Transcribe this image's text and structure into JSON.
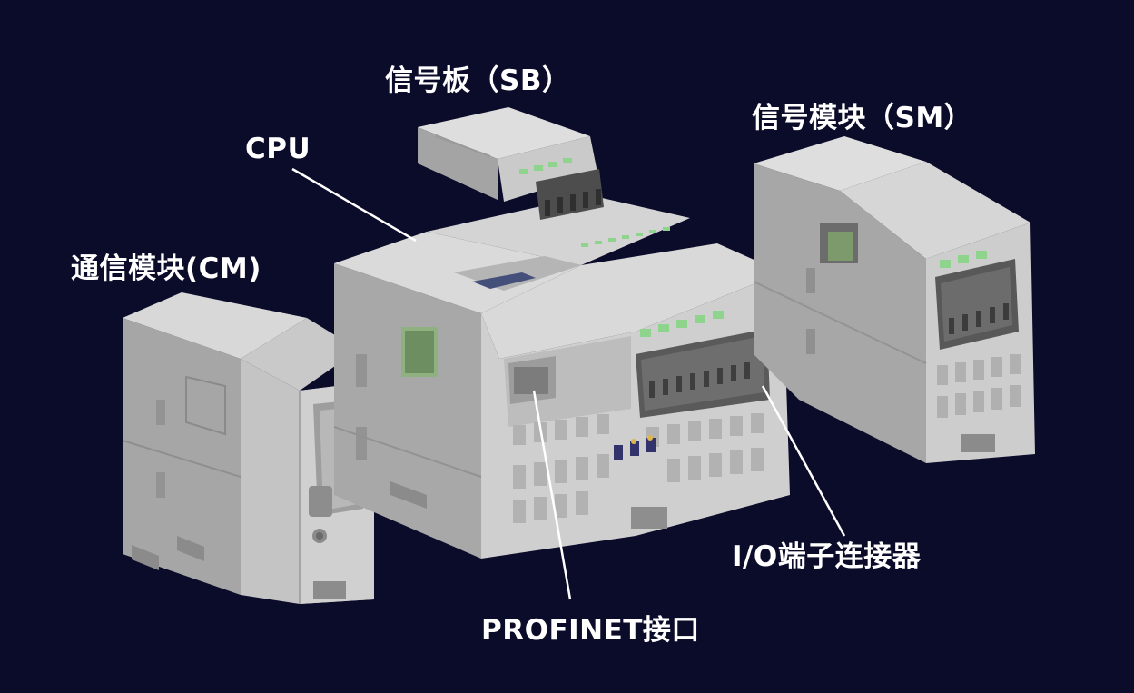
{
  "colors": {
    "background": "#0b0b2a",
    "module_face": "#d2d2d2",
    "module_side": "#a9a9a9",
    "module_top": "#e2e2e2",
    "terminal_dark": "#4f4f4f",
    "led_green": "#8fd48c",
    "leader_line": "#ffffff",
    "label_text": "#ffffff"
  },
  "labels": {
    "signal_board": "信号板（SB）",
    "signal_module": "信号模块（SM）",
    "cpu": "CPU",
    "comm_module": "通信模块(CM)",
    "io_connector": "I/O端子连接器",
    "profinet": "PROFINET接口"
  }
}
